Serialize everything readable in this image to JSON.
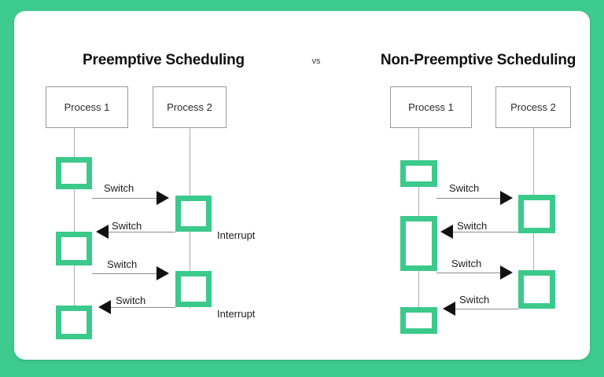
{
  "theme": {
    "frame_color": "#3ecb8e",
    "card_color": "#ffffff",
    "block_color": "#3cc98c",
    "line_color": "#8d8d8d",
    "text_color": "#1d1d1d"
  },
  "comparison": {
    "left_title": "Preemptive Scheduling",
    "separator": "vs",
    "right_title": "Non-Preemptive Scheduling"
  },
  "left_panel": {
    "title": "Preemptive Scheduling",
    "lanes": [
      {
        "label": "Process 1"
      },
      {
        "label": "Process 2"
      }
    ],
    "transitions": [
      {
        "label": "Switch",
        "direction": "right"
      },
      {
        "label": "Switch",
        "direction": "left"
      },
      {
        "label": "Switch",
        "direction": "right"
      },
      {
        "label": "Switch",
        "direction": "left"
      }
    ],
    "annotations": [
      {
        "label": "Interrupt"
      },
      {
        "label": "Interrupt"
      }
    ],
    "execution_blocks": [
      {
        "lane": "Process 1",
        "shape": "square"
      },
      {
        "lane": "Process 2",
        "shape": "square"
      },
      {
        "lane": "Process 1",
        "shape": "square"
      },
      {
        "lane": "Process 2",
        "shape": "square"
      },
      {
        "lane": "Process 1",
        "shape": "square"
      }
    ]
  },
  "right_panel": {
    "title": "Non-Preemptive Scheduling",
    "lanes": [
      {
        "label": "Process 1"
      },
      {
        "label": "Process 2"
      }
    ],
    "transitions": [
      {
        "label": "Switch",
        "direction": "right"
      },
      {
        "label": "Switch",
        "direction": "left"
      },
      {
        "label": "Switch",
        "direction": "right"
      },
      {
        "label": "Switch",
        "direction": "left"
      }
    ],
    "annotations": [],
    "execution_blocks": [
      {
        "lane": "Process 1",
        "shape": "wide"
      },
      {
        "lane": "Process 2",
        "shape": "square"
      },
      {
        "lane": "Process 1",
        "shape": "tall"
      },
      {
        "lane": "Process 2",
        "shape": "square"
      },
      {
        "lane": "Process 1",
        "shape": "wide"
      }
    ]
  }
}
